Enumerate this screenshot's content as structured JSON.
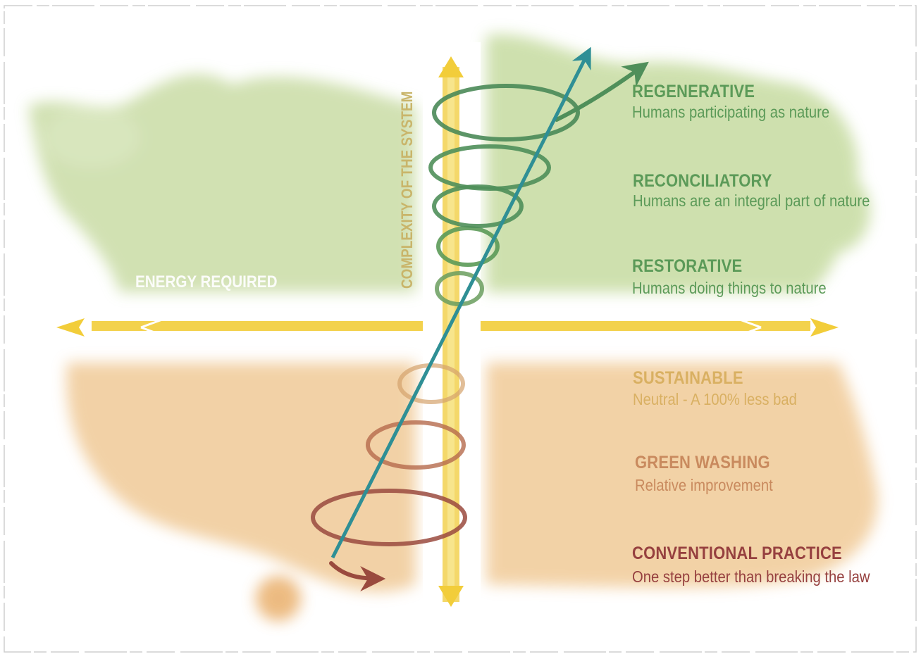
{
  "axes": {
    "energy_label": "ENERGY REQUIRED",
    "complexity_label": "COMPLEXITY OF THE SYSTEM"
  },
  "levels": [
    {
      "title": "REGENERATIVE",
      "description": "Humans participating as nature",
      "color": "#5b9a58"
    },
    {
      "title": "RECONCILIATORY",
      "description": "Humans are an integral part of nature",
      "color": "#5b9a58"
    },
    {
      "title": "RESTORATIVE",
      "description": "Humans doing things to nature",
      "color": "#5b9a58"
    },
    {
      "title": "SUSTAINABLE",
      "description": "Neutral - A 100% less bad",
      "color": "#d9b062"
    },
    {
      "title": "GREEN WASHING",
      "description": "Relative improvement",
      "color": "#c98a5e"
    },
    {
      "title": "CONVENTIONAL PRACTICE",
      "description": "One step better than breaking the law",
      "color": "#96403f"
    }
  ],
  "colors": {
    "upper_wash": "#c6dba0",
    "lower_wash": "#eec28a",
    "axis_yellow": "#f2cd3a",
    "growth_arrow": "#2f8f95",
    "spiral_green": "#4f8f5a",
    "spiral_brown": "#9a4a3e"
  }
}
